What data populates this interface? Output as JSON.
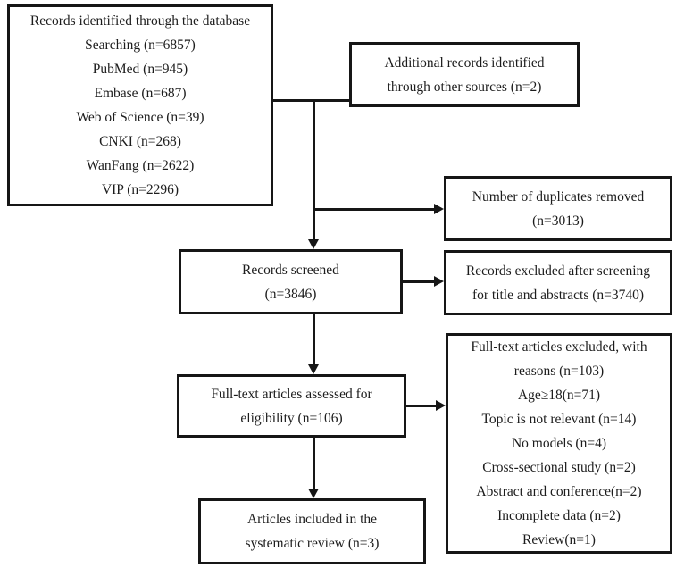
{
  "colors": {
    "line": "#161616",
    "background": "#ffffff",
    "text": "#1c1c1c"
  },
  "boxes": {
    "identified": {
      "lines": [
        "Records identified through the database",
        "Searching (n=6857)",
        "PubMed (n=945)",
        "Embase (n=687)",
        "Web of Science (n=39)",
        "CNKI (n=268)",
        "WanFang (n=2622)",
        "VIP (n=2296)"
      ]
    },
    "additional": {
      "lines": [
        "Additional records identified",
        "through other sources (n=2)"
      ]
    },
    "duplicates": {
      "lines": [
        "Number of duplicates removed",
        "(n=3013)"
      ]
    },
    "screened": {
      "lines": [
        "Records screened",
        "(n=3846)"
      ]
    },
    "excluded_screening": {
      "lines": [
        "Records excluded after screening",
        "for title and abstracts (n=3740)"
      ]
    },
    "assessed": {
      "lines": [
        "Full-text articles assessed for",
        "eligibility (n=106)"
      ]
    },
    "fulltext_excluded": {
      "lines": [
        "Full-text articles excluded, with",
        "reasons (n=103)",
        "Age≥18(n=71)",
        "Topic is not relevant (n=14)",
        "No models (n=4)",
        "Cross-sectional study (n=2)",
        "Abstract and conference(n=2)",
        "Incomplete data (n=2)",
        "Review(n=1)"
      ]
    },
    "included": {
      "lines": [
        "Articles included in the",
        "systematic review (n=3)"
      ]
    }
  }
}
